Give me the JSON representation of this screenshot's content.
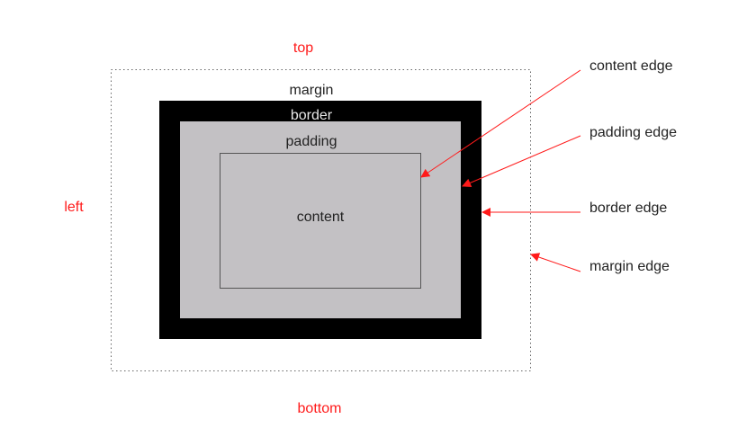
{
  "sides": {
    "top": "top",
    "left": "left",
    "bottom": "bottom"
  },
  "areas": {
    "margin": "margin",
    "border": "border",
    "padding": "padding",
    "content": "content"
  },
  "edges": {
    "content": "content edge",
    "padding": "padding edge",
    "border": "border edge",
    "margin": "margin edge"
  },
  "colors": {
    "annotation": "#ff1a1a",
    "border": "#000000",
    "padding": "#c3c1c4",
    "content": "#c3c1c4"
  }
}
